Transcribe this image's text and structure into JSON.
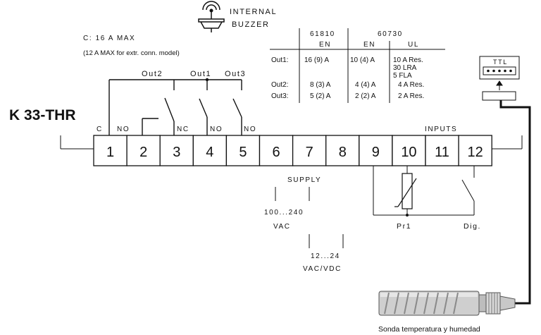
{
  "model": "K 33-THR",
  "buzzer": {
    "line1": "INTERNAL",
    "line2": "BUZZER"
  },
  "contact_rating": {
    "line1": "C: 16 A MAX",
    "line2": "(12 A MAX for extr. conn. model)"
  },
  "outputs": {
    "out2": "Out2",
    "out1": "Out1",
    "out3": "Out3"
  },
  "contacts": {
    "c": "C",
    "no1": "NO",
    "nc": "NC",
    "no2": "NO",
    "no3": "NO"
  },
  "inputs_label": "INPUTS",
  "terminals": [
    "1",
    "2",
    "3",
    "4",
    "5",
    "6",
    "7",
    "8",
    "9",
    "10",
    "11",
    "12"
  ],
  "ratings_table": {
    "groups": [
      "61810",
      "60730"
    ],
    "subheaders": [
      "EN",
      "EN",
      "UL"
    ],
    "rows": [
      {
        "label": "Out1:",
        "cells": [
          "16 (9) A",
          "10 (4) A",
          "10 A Res.",
          "30 LRA",
          "5 FLA"
        ]
      },
      {
        "label": "Out2:",
        "cells": [
          "8 (3) A",
          "4 (4) A",
          "4 A Res."
        ]
      },
      {
        "label": "Out3:",
        "cells": [
          "5 (2) A",
          "2 (2) A",
          "2 A Res."
        ]
      }
    ]
  },
  "supply": {
    "label": "SUPPLY",
    "ac_range": "100...240",
    "ac_unit": "VAC",
    "dc_range": "12...24",
    "dc_unit": "VAC/VDC"
  },
  "probe_labels": {
    "pr1": "Pr1",
    "dig": "Dig."
  },
  "ttl_label": "TTL",
  "sensor_caption": "Sonda temperatura y humedad"
}
